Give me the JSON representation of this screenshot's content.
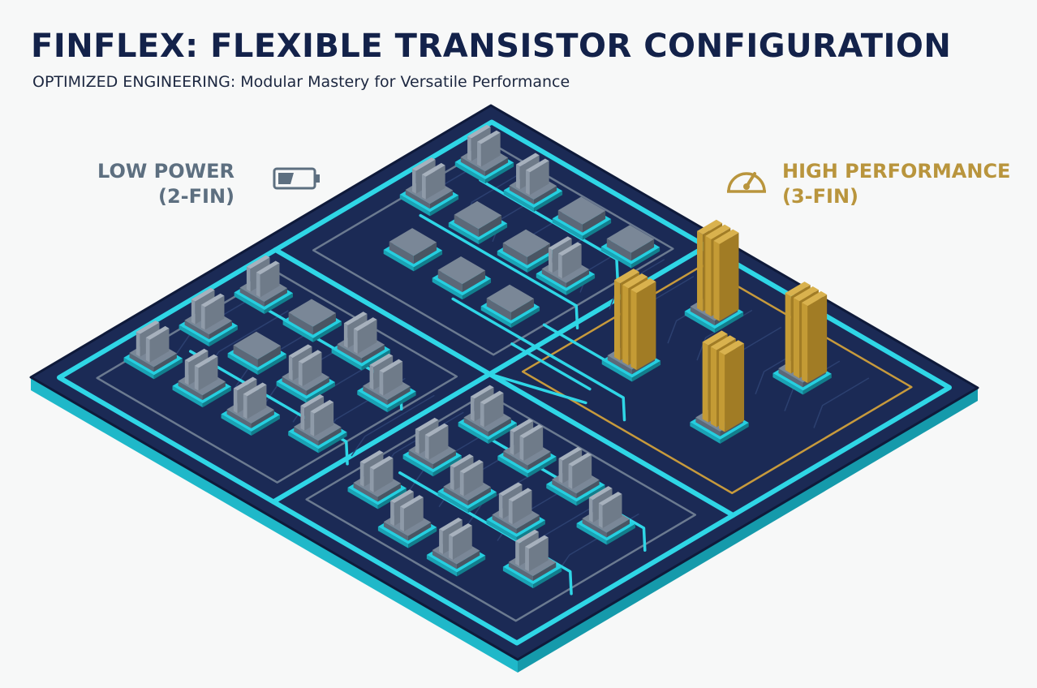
{
  "header": {
    "title": "FINFLEX: FLEXIBLE TRANSISTOR CONFIGURATION",
    "subtitle": "OPTIMIZED ENGINEERING: Modular Mastery for Versatile Performance"
  },
  "labels": {
    "low_power": {
      "line1": "LOW POWER",
      "line2": "(2-FIN)",
      "icon": "battery-icon"
    },
    "high_performance": {
      "line1": "HIGH PERFORMANCE",
      "line2": "(3-FIN)",
      "icon": "speedometer-icon"
    }
  },
  "colors": {
    "board": "#1b2a55",
    "board_edge": "#0f1a3a",
    "trace": "#2fd6e6",
    "low_fin": "#8e9aa8",
    "high_fin": "#d9b24e",
    "gold_outline": "#c79a3c",
    "text_dark": "#13224a",
    "low_label": "#5d6f80",
    "high_label": "#b9953d"
  }
}
